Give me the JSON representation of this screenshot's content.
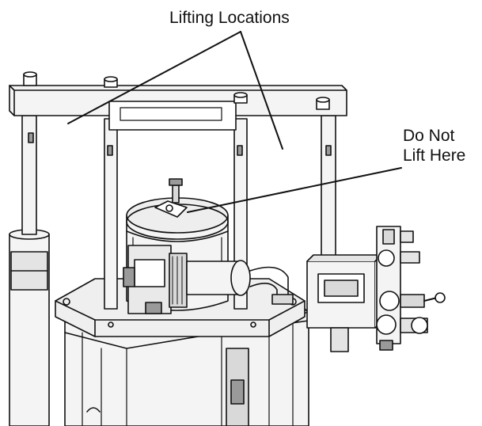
{
  "labels": {
    "lifting_locations": "Lifting Locations",
    "do_not_lift_line1": "Do Not",
    "do_not_lift_line2": "Lift Here"
  },
  "colors": {
    "line": "#111111",
    "fill_light": "#f4f4f4",
    "fill_mid": "#d9d9d9",
    "fill_dark": "#9a9a9a",
    "background": "#ffffff"
  }
}
